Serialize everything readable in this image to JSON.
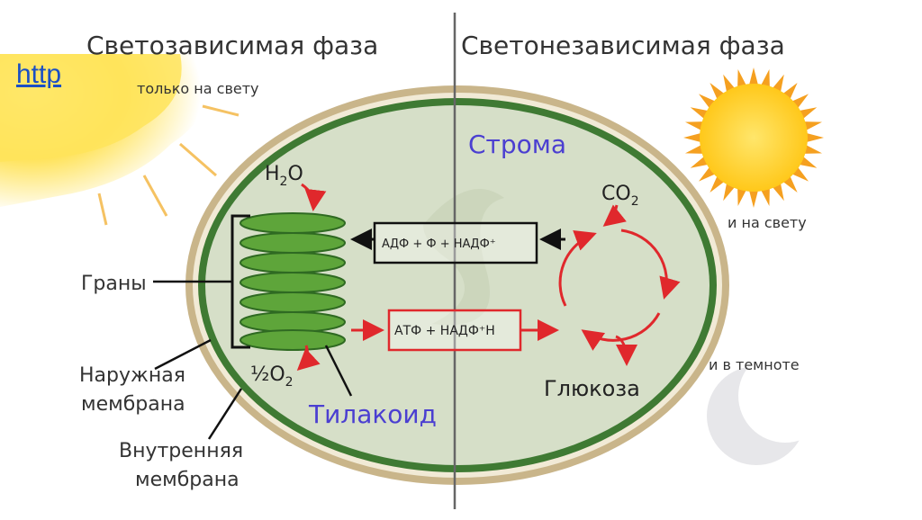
{
  "link": {
    "text": "http"
  },
  "phases": {
    "light": "Светозависимая фаза",
    "dark": "Светонезависимая фаза"
  },
  "conditions": {
    "only_light": "только на свету",
    "also_light": "и на свету",
    "in_dark": "и в темноте"
  },
  "labels": {
    "stroma": "Строма",
    "thylakoid": "Тилакоид",
    "grana": "Граны",
    "outer_membrane_1": "Наружная",
    "outer_membrane_2": "мембрана",
    "inner_membrane_1": "Внутренняя",
    "inner_membrane_2": "мембрана",
    "glucose": "Глюкоза"
  },
  "chemistry": {
    "water_h": "H",
    "water_sub": "2",
    "water_o": "O",
    "co2": "CO",
    "co2_sub": "2",
    "oxygen_frac": "½O",
    "oxygen_sub": "2",
    "box_top": "АДФ + Ф + НАДФ⁺",
    "box_bottom": "АТФ + НАДФ⁺Н"
  },
  "colors": {
    "arrow_red": "#e0282c",
    "stroma_fill": "#d6dfc8",
    "membrane_green": "#3f7a33",
    "membrane_tan": "#c9b58a",
    "grana_green": "#5ea53a",
    "stroma_text": "#4b3fd1",
    "sun_yellow": "#ffd21f",
    "sun_orange": "#f5a020"
  }
}
